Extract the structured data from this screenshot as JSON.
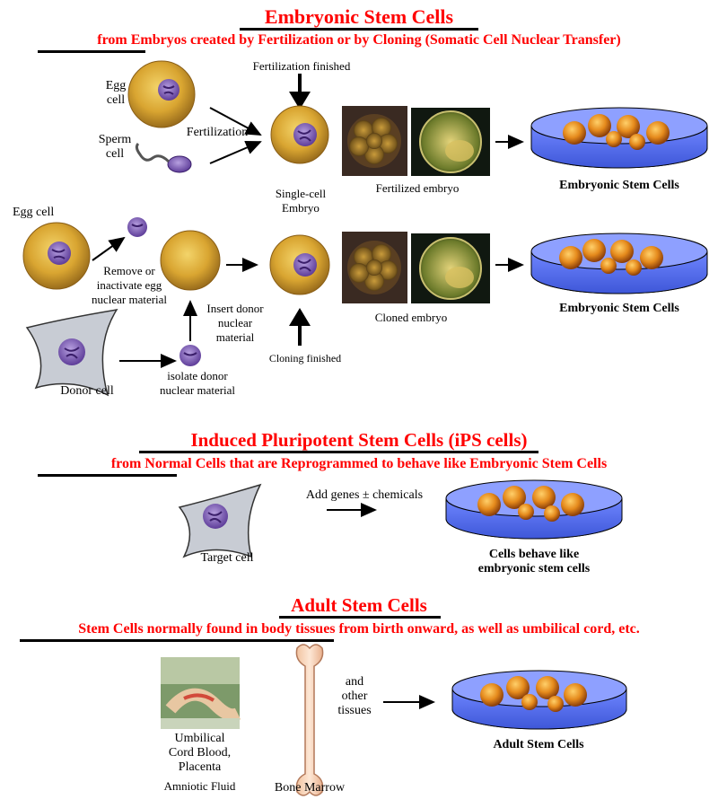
{
  "section1": {
    "title": "Embryonic Stem Cells",
    "subtitle_part1": "from Embryos",
    "subtitle_part2": " created by Fertilization or by Cloning (Somatic Cell Nuclear Transfer)",
    "fertilization_finished": "Fertilization finished",
    "egg_cell": "Egg\ncell",
    "sperm_cell": "Sperm\ncell",
    "fertilization": "Fertilization",
    "single_cell_embryo": "Single-cell\nEmbryo",
    "fertilized_embryo": "Fertilized embryo",
    "embryonic_stem_cells_1": "Embryonic Stem Cells",
    "egg_cell_2": "Egg cell",
    "remove_inactivate": "Remove or\ninactivate egg\nnuclear material",
    "insert_donor": "Insert donor\nnuclear\nmaterial",
    "cloned_embryo": "Cloned embryo",
    "embryonic_stem_cells_2": "Embryonic Stem Cells",
    "cloning_finished": "Cloning finished",
    "donor_cell": "Donor cell",
    "isolate_donor": "isolate donor\nnuclear material"
  },
  "section2": {
    "title": "Induced Pluripotent Stem Cells (iPS cells)",
    "subtitle_part1": "from Normal Cells",
    "subtitle_part2": " that are Reprogrammed to behave like Embryonic Stem Cells",
    "add_genes": "Add  genes  ± chemicals",
    "target_cell": "Target cell",
    "cells_behave": "Cells behave like\nembryonic stem cells"
  },
  "section3": {
    "title": "Adult Stem Cells",
    "subtitle_part1": "Stem Cells normally found in body tissues",
    "subtitle_part2": " from birth onward, as well as umbilical cord, etc.",
    "umbilical": "Umbilical\nCord Blood,\nPlacenta",
    "amniotic": "Amniotic Fluid",
    "bone_marrow": "Bone Marrow",
    "other_tissues": "and\nother\ntissues",
    "adult_stem_cells": "Adult Stem Cells"
  },
  "colors": {
    "title_red": "#ff0000",
    "dish_blue": "#4a6cf0",
    "cell_gold": "#d9a531",
    "nucleus_purple": "#7a4fa8",
    "donor_gray": "#c8ccd4"
  }
}
